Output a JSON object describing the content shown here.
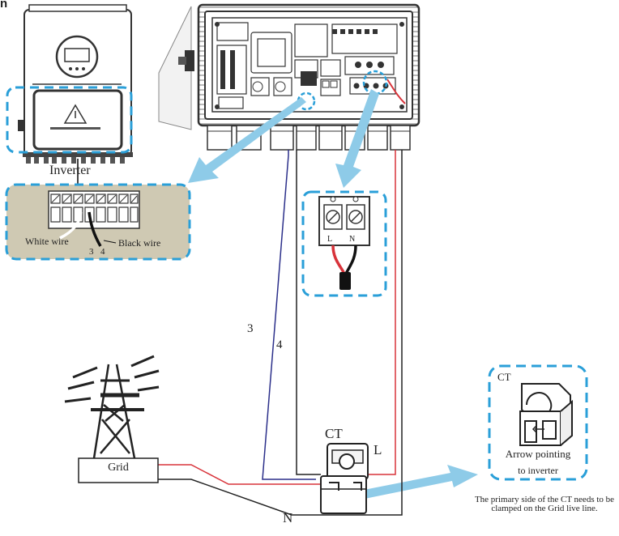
{
  "figure_ref": "n",
  "labels": {
    "inverter": "Inverter",
    "white_wire": "White wire",
    "black_wire": "Black wire",
    "terminal_3": "3",
    "terminal_4": "4",
    "terminal_L": "L",
    "terminal_N": "N",
    "wire_3": "3",
    "wire_4": "4",
    "ct": "CT",
    "line_L": "L",
    "line_N": "N",
    "grid": "Grid",
    "inset_ct": "CT",
    "arrow_line1": "Arrow pointing",
    "arrow_line2": "to inverter",
    "note": "The primary side of the CT needs to be clamped on the Grid live line."
  },
  "colors": {
    "dashed_border": "#2a9fd8",
    "callout_arrow": "#8ecbe8",
    "ct_signal_wire": "#2b2f8a",
    "live_wire": "#d8333a",
    "neutral_wire": "#222222",
    "terminal_panel": "#cfc9b3"
  }
}
